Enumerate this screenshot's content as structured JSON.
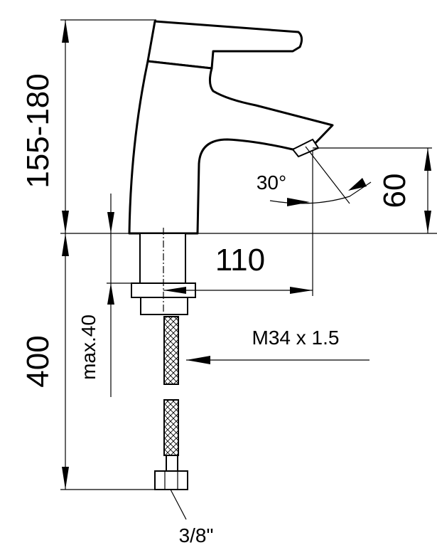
{
  "dimensions": {
    "total_height": "155-180",
    "below_counter": "400",
    "max_thickness": "max.40",
    "spout_reach": "110",
    "spout_height": "60",
    "angle": "30°",
    "thread": "M34 x 1.5",
    "connection": "3/8\""
  }
}
